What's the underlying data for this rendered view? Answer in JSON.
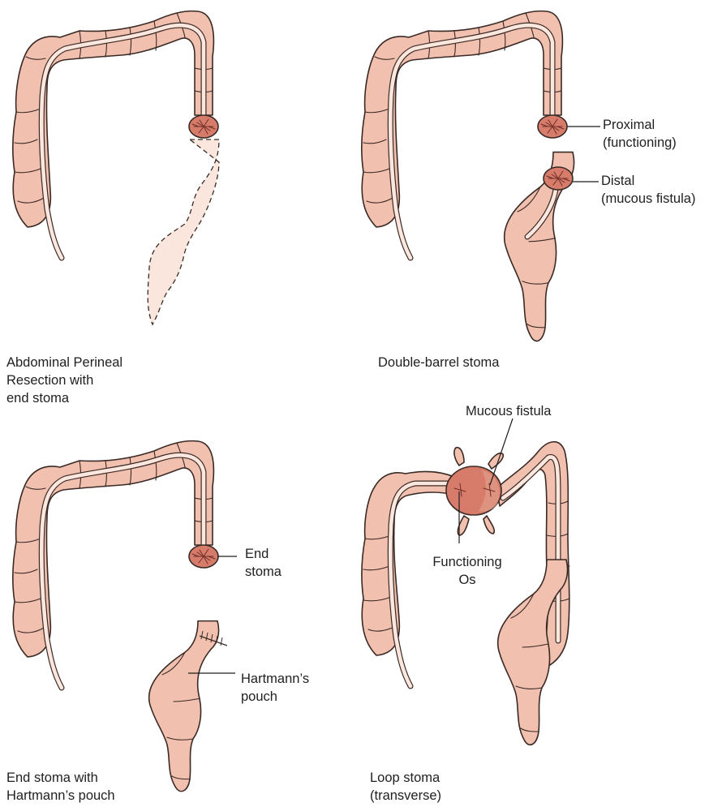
{
  "panels": [
    {
      "caption": [
        "Abdominal Perineal",
        "Resection with",
        "end stoma"
      ]
    },
    {
      "caption": [
        "Double-barrel stoma"
      ]
    },
    {
      "caption": [
        "End stoma with",
        "Hartmann’s pouch"
      ]
    },
    {
      "caption": [
        "Loop stoma",
        "(transverse)"
      ]
    }
  ],
  "labels": {
    "proximal": [
      "Proximal",
      "(functioning)"
    ],
    "distal": [
      "Distal",
      "(mucous fistula)"
    ],
    "end_stoma": [
      "End",
      "stoma"
    ],
    "hartmanns": [
      "Hartmann’s",
      "pouch"
    ],
    "mucous_fistula": [
      "Mucous fistula"
    ],
    "functioning_os": [
      "Functioning",
      "Os"
    ]
  },
  "colors": {
    "bowel": "#f2c0ae",
    "stoma": "#d77c6b",
    "removed_segment": "#fbe6dd"
  }
}
